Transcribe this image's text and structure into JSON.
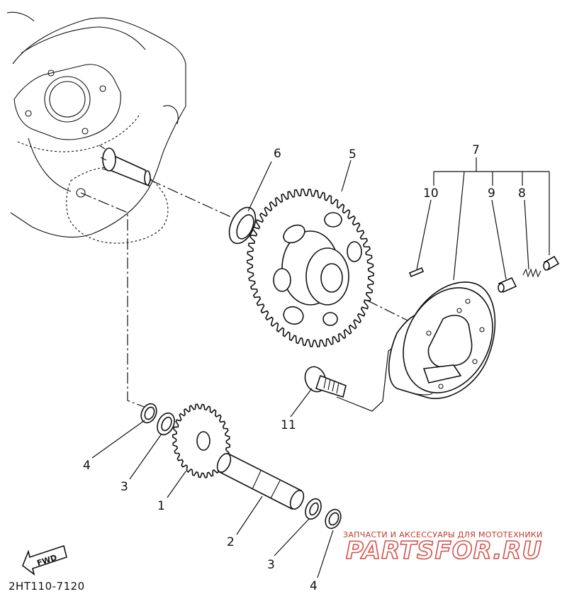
{
  "diagram": {
    "labels": [
      "1",
      "2",
      "3",
      "3",
      "4",
      "4",
      "5",
      "6",
      "7",
      "8",
      "9",
      "10",
      "11"
    ],
    "drawing_code": "2HT110-7120",
    "fwd_label": "FWD"
  },
  "watermark": {
    "caption": "ЗАПЧАСТИ И АКСЕССУАРЫ ДЛЯ МОТОТЕХНИКИ",
    "logo": "PARTSFOR.RU"
  }
}
